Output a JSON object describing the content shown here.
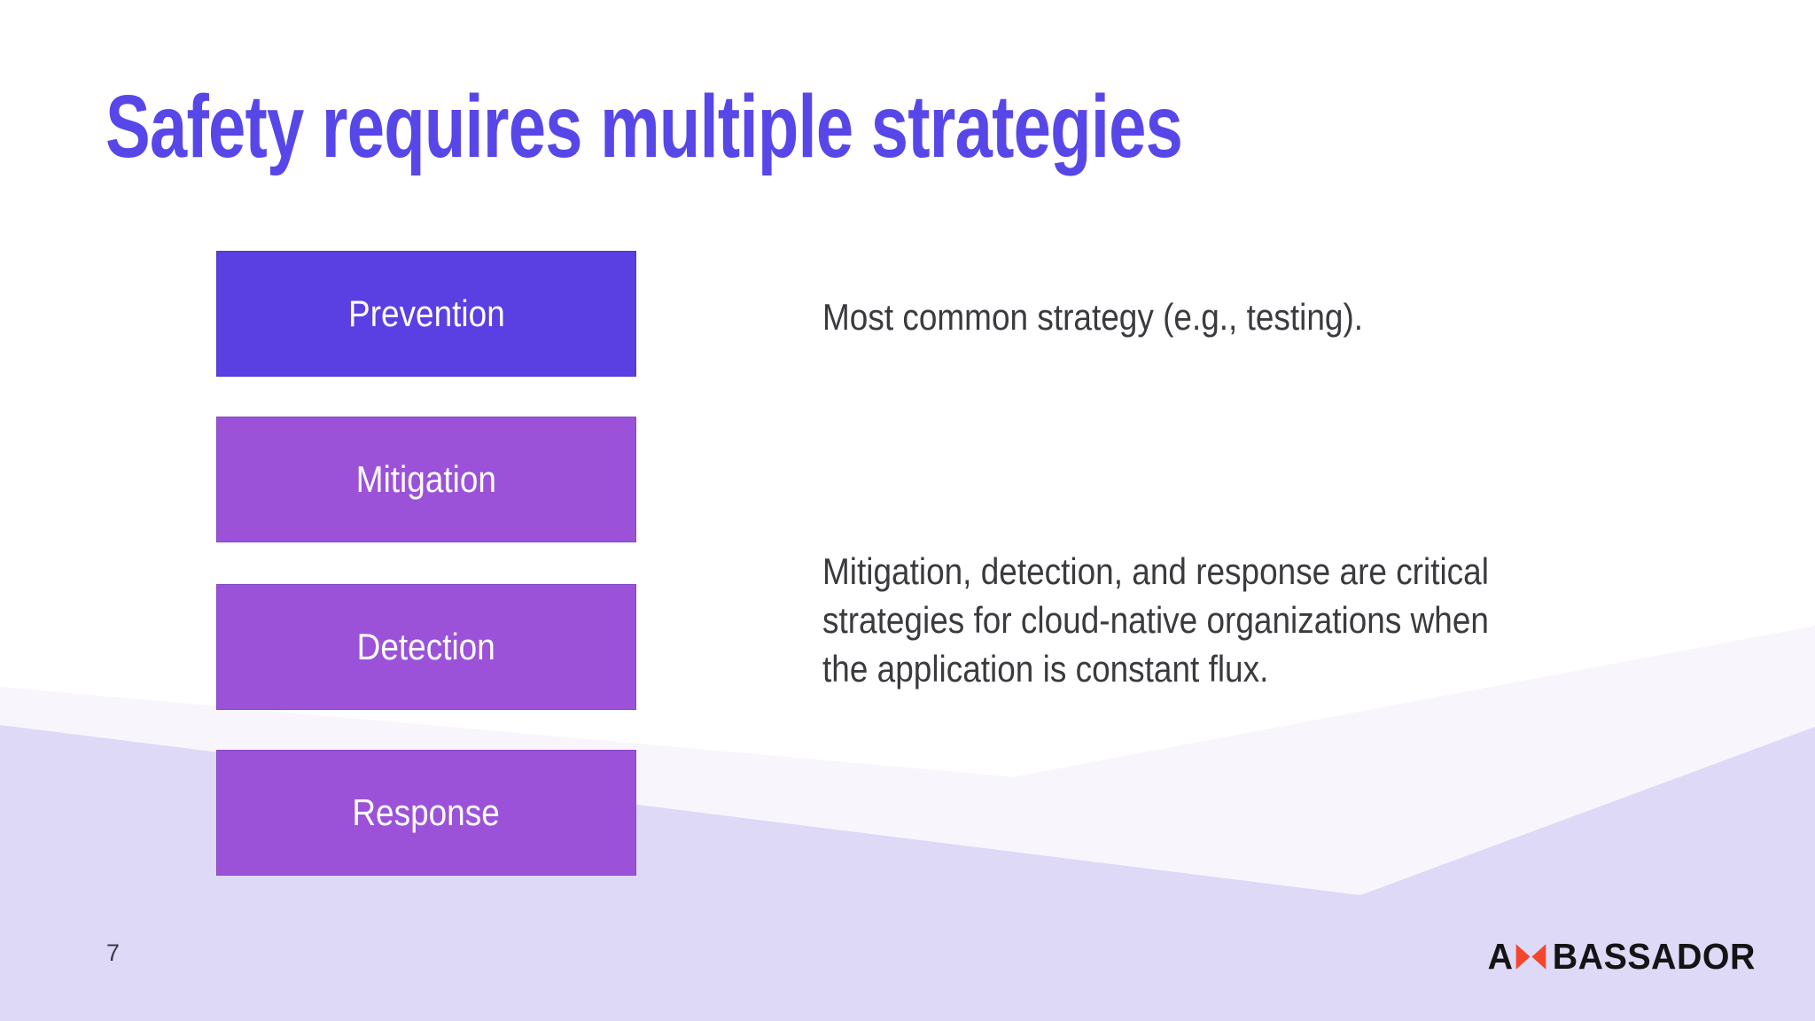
{
  "slide": {
    "title": "Safety requires multiple strategies",
    "page_number": "7",
    "strategies": [
      {
        "label": "Prevention",
        "color": "#5a3fe2"
      },
      {
        "label": "Mitigation",
        "color": "#9b52d9"
      },
      {
        "label": "Detection",
        "color": "#9b52d9"
      },
      {
        "label": "Response",
        "color": "#9b52d9"
      }
    ],
    "notes": {
      "prevention": "Most common strategy (e.g., testing).",
      "mitigation_lines": [
        "Mitigation, detection, and response are critical",
        "strategies for cloud-native organizations when",
        "the application is constant flux."
      ]
    },
    "logo": {
      "prefix": "A",
      "suffix": "BASSADOR",
      "bowtie_color": "#f2472c"
    },
    "colors": {
      "title": "#5847e8",
      "body_text": "#3a3a3f",
      "lavender_wave": "#ded9f6",
      "light_wave": "#f8f6fc"
    }
  }
}
